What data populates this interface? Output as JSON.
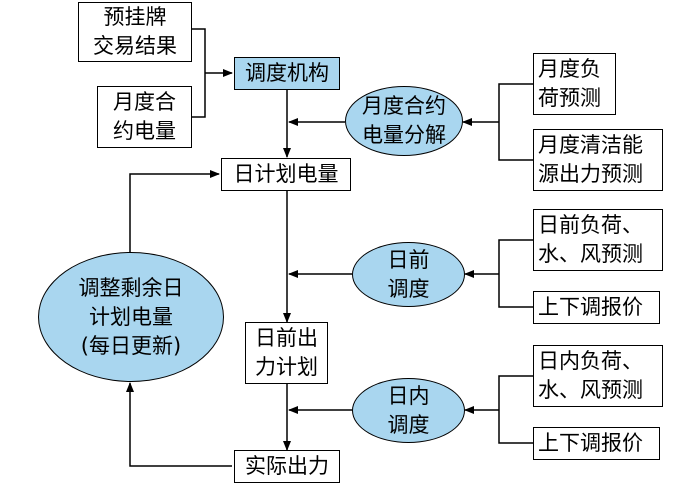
{
  "nodes": {
    "preliminary_trade_result": "预挂牌\n交易结果",
    "monthly_contract_volume": "月度合\n约电量",
    "dispatch_agency": "调度机构",
    "monthly_contract_decomposition": "月度合约\n电量分解",
    "monthly_load_forecast": "月度负\n荷预测",
    "monthly_clean_energy_forecast": "月度清洁能\n源出力预测",
    "daily_plan_volume": "日计划电量",
    "day_ahead_forecast": "日前负荷、\n水、风预测",
    "day_ahead_bid": "上下调报价",
    "day_ahead_dispatch": "日前\n调度",
    "adjust_remaining_plan": "调整剩余日\n计划电量\n(每日更新)",
    "day_ahead_output_plan": "日前出\n力计划",
    "intraday_forecast": "日内负荷、\n水、风预测",
    "intraday_bid": "上下调报价",
    "intraday_dispatch": "日内\n调度",
    "actual_output": "实际出力"
  },
  "colors": {
    "fill": "#a9d6ef",
    "stroke": "#000000"
  }
}
